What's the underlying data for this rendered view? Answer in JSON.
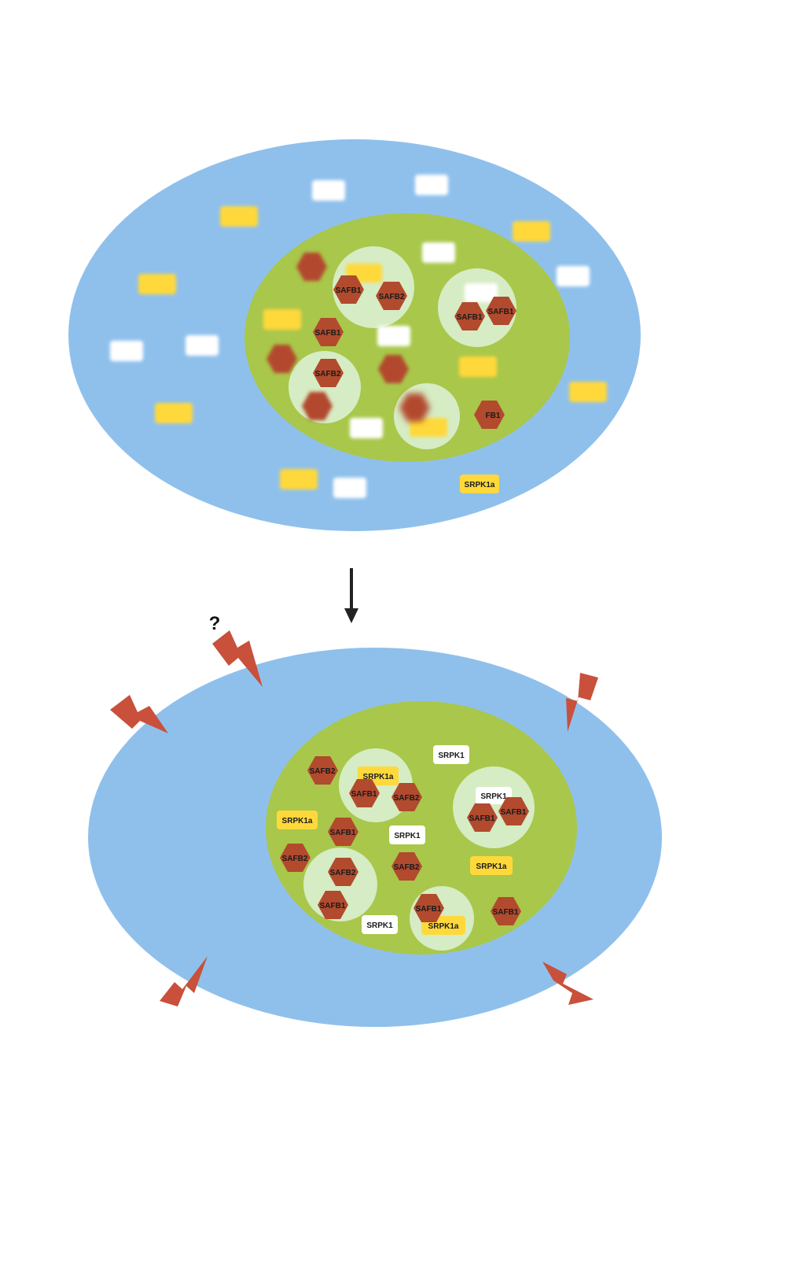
{
  "colors": {
    "cytoplasm": "#8fc0ec",
    "nucleus": "#a9c74a",
    "speckle": "#d6ecc4",
    "safb": "#b24a2e",
    "srpk1": "#ffffff",
    "srpk1a": "#ffd93b",
    "stress_signal": "#c9503a",
    "arrow": "#222222"
  },
  "icons": {
    "safb_protein": "hexagon",
    "srpk1_protein": "rounded-rectangle",
    "srpk1a_protein": "rounded-rectangle",
    "stress_signal": "lightning-bolt",
    "transition_arrow": "down-arrow"
  },
  "labels": {
    "question_mark": "?",
    "safb1": "SAFB1",
    "safb1_partial": "FB1",
    "safb2": "SAFB2",
    "srpk1": "SRPK1",
    "srpk1a": "SRPK1a"
  }
}
